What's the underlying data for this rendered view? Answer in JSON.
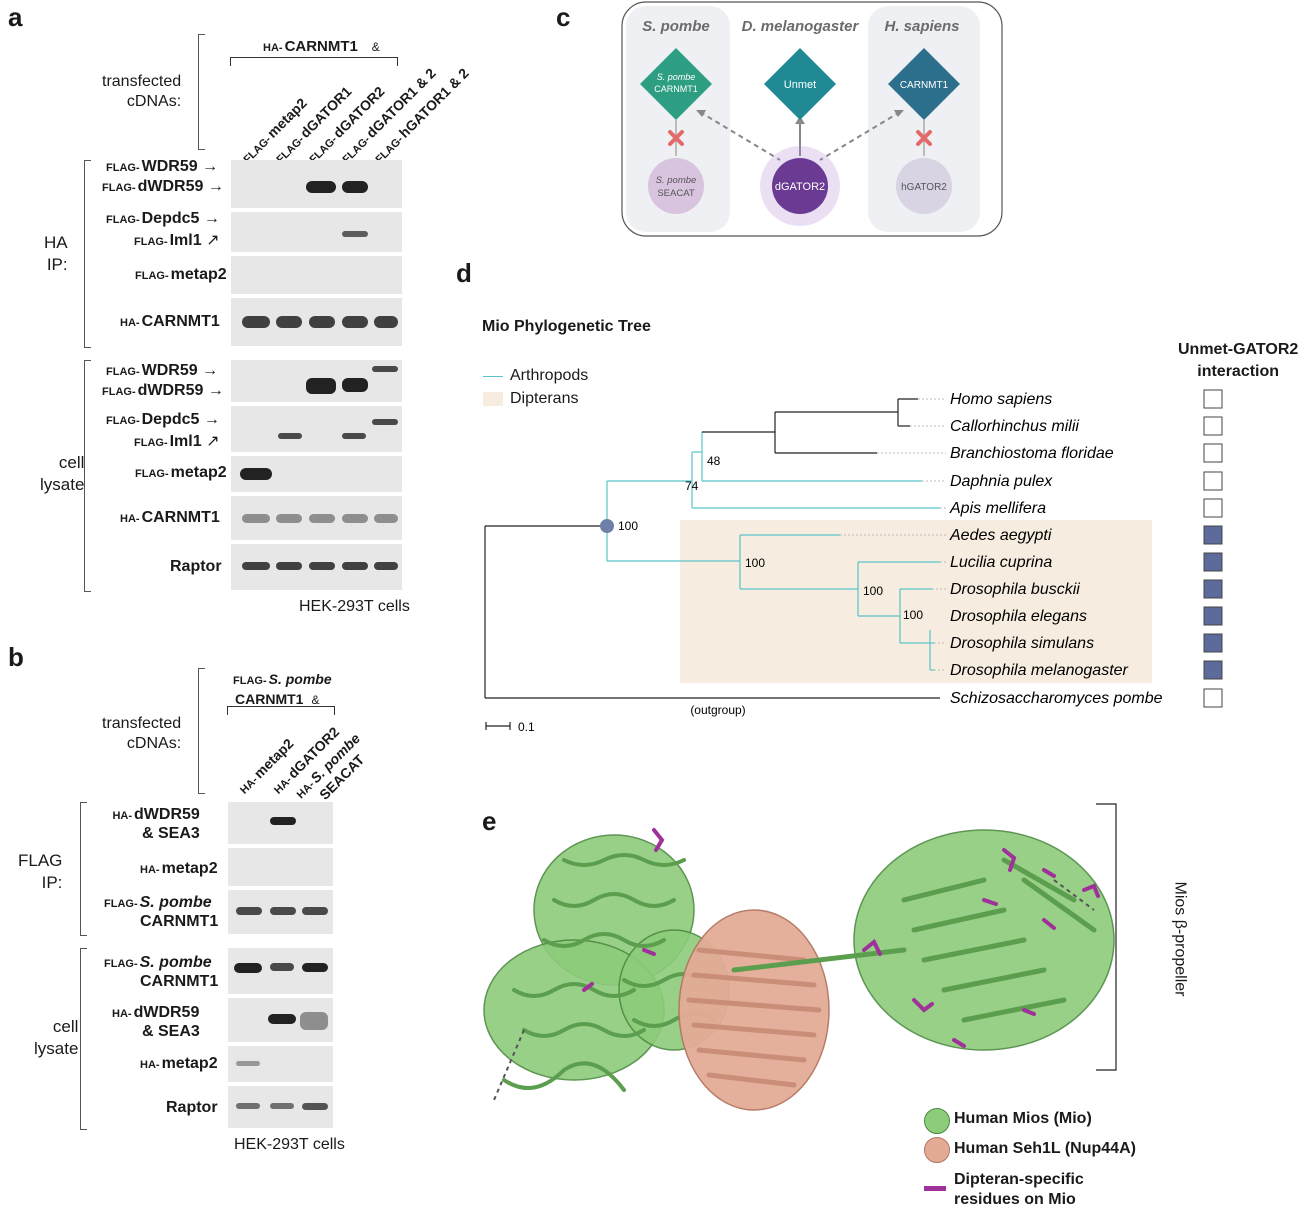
{
  "panel_a": {
    "letter": "a",
    "construct_prefix": "HA-",
    "construct_main": "CARNMT1",
    "construct_amp": "&",
    "transfected": "transfected\ncDNAs:",
    "lanes": [
      {
        "prefix": "FLAG-",
        "name": "metap2"
      },
      {
        "prefix": "FLAG-",
        "name": "dGATOR1"
      },
      {
        "prefix": "FLAG-",
        "name": "dGATOR2"
      },
      {
        "prefix": "FLAG-",
        "name": "dGATOR1 & 2"
      },
      {
        "prefix": "FLAG-",
        "name": "hGATOR1 & 2"
      }
    ],
    "ip_label": "HA\nIP:",
    "lysate_label": "cell\nlysate",
    "rows": {
      "wdr59": "WDR59",
      "dwdr59": "dWDR59",
      "depdc5": "Depdc5",
      "iml1": "Iml1",
      "metap2": "metap2",
      "carnmt1": "CARNMT1",
      "raptor": "Raptor",
      "flag_prefix": "FLAG-",
      "ha_prefix": "HA-"
    },
    "cells": "HEK-293T cells"
  },
  "panel_b": {
    "letter": "b",
    "construct_prefix": "FLAG-",
    "construct_species": "S. pombe",
    "construct_main": "CARNMT1",
    "construct_amp": "&",
    "transfected": "transfected\ncDNAs:",
    "lanes": [
      {
        "prefix": "HA-",
        "name": "metap2"
      },
      {
        "prefix": "HA-",
        "name": "dGATOR2"
      },
      {
        "prefix": "HA-",
        "name": "S. pombe",
        "name2": "SEACAT"
      }
    ],
    "ip_label": "FLAG\nIP:",
    "lysate_label": "cell\nlysate",
    "rows": {
      "dwdr59": "dWDR59",
      "sea3": "& SEA3",
      "metap2": "metap2",
      "spombe": "S. pombe",
      "carnmt1": "CARNMT1",
      "raptor": "Raptor",
      "ha_prefix": "HA-",
      "flag_prefix": "FLAG-"
    },
    "cells": "HEK-293T cells"
  },
  "panel_c": {
    "letter": "c",
    "species": [
      "S. pombe",
      "D. melanogaster",
      "H. sapiens"
    ],
    "nodes": {
      "sp_carnmt1_species": "S. pombe",
      "sp_carnmt1": "CARNMT1",
      "unmet": "Unmet",
      "carnmt1": "CARNMT1",
      "sp_seacat_species": "S. pombe",
      "sp_seacat": "SEACAT",
      "dgator2": "dGATOR2",
      "hgator2": "hGATOR2"
    },
    "colors": {
      "sp_diamond": "#2e9e83",
      "unmet_diamond": "#1f8a94",
      "carnmt1_diamond": "#2c6f8c",
      "seacat_circle": "#d9c4df",
      "dgator2_circle": "#6b3a93",
      "hgator2_circle": "#d8d4e4",
      "cross": "#e36a6a"
    }
  },
  "panel_d": {
    "letter": "d",
    "title": "Mio Phylogenetic Tree",
    "legend": {
      "arthropods": "Arthropods",
      "dipterans": "Dipterans"
    },
    "interaction_header": "Unmet-GATOR2\ninteraction",
    "taxa": [
      {
        "name": "Homo sapiens",
        "interaction": false
      },
      {
        "name": "Callorhinchus milii",
        "interaction": false
      },
      {
        "name": "Branchiostoma floridae",
        "interaction": false
      },
      {
        "name": "Daphnia pulex",
        "interaction": false
      },
      {
        "name": "Apis mellifera",
        "interaction": false
      },
      {
        "name": "Aedes aegypti",
        "interaction": true
      },
      {
        "name": "Lucilia cuprina",
        "interaction": true
      },
      {
        "name": "Drosophila busckii",
        "interaction": true
      },
      {
        "name": "Drosophila elegans",
        "interaction": true
      },
      {
        "name": "Drosophila simulans",
        "interaction": true
      },
      {
        "name": "Drosophila melanogaster",
        "interaction": true
      },
      {
        "name": "Schizosaccharomyces pombe",
        "interaction": false
      }
    ],
    "bootstrap": {
      "b48": "48",
      "b74": "74",
      "b100_root": "100",
      "b100_dip": "100",
      "b100_dro": "100",
      "b100_inner": "100"
    },
    "outgroup": "(outgroup)",
    "scale": "0.1",
    "colors": {
      "arthropod_line": "#5bc3c9",
      "dipteran_bg": "#f6ecdf",
      "filled_box": "#5d6a9c",
      "root_node": "#6e7fa8"
    }
  },
  "panel_e": {
    "letter": "e",
    "propeller_label": "Mios β-propeller",
    "legend": [
      {
        "label": "Human Mios (Mio)",
        "color": "#8ccc7a"
      },
      {
        "label": "Human Seh1L (Nup44A)",
        "color": "#e3ab96"
      },
      {
        "label": "Dipteran-specific\nresidues on Mio",
        "color": "#a0309a"
      }
    ]
  }
}
